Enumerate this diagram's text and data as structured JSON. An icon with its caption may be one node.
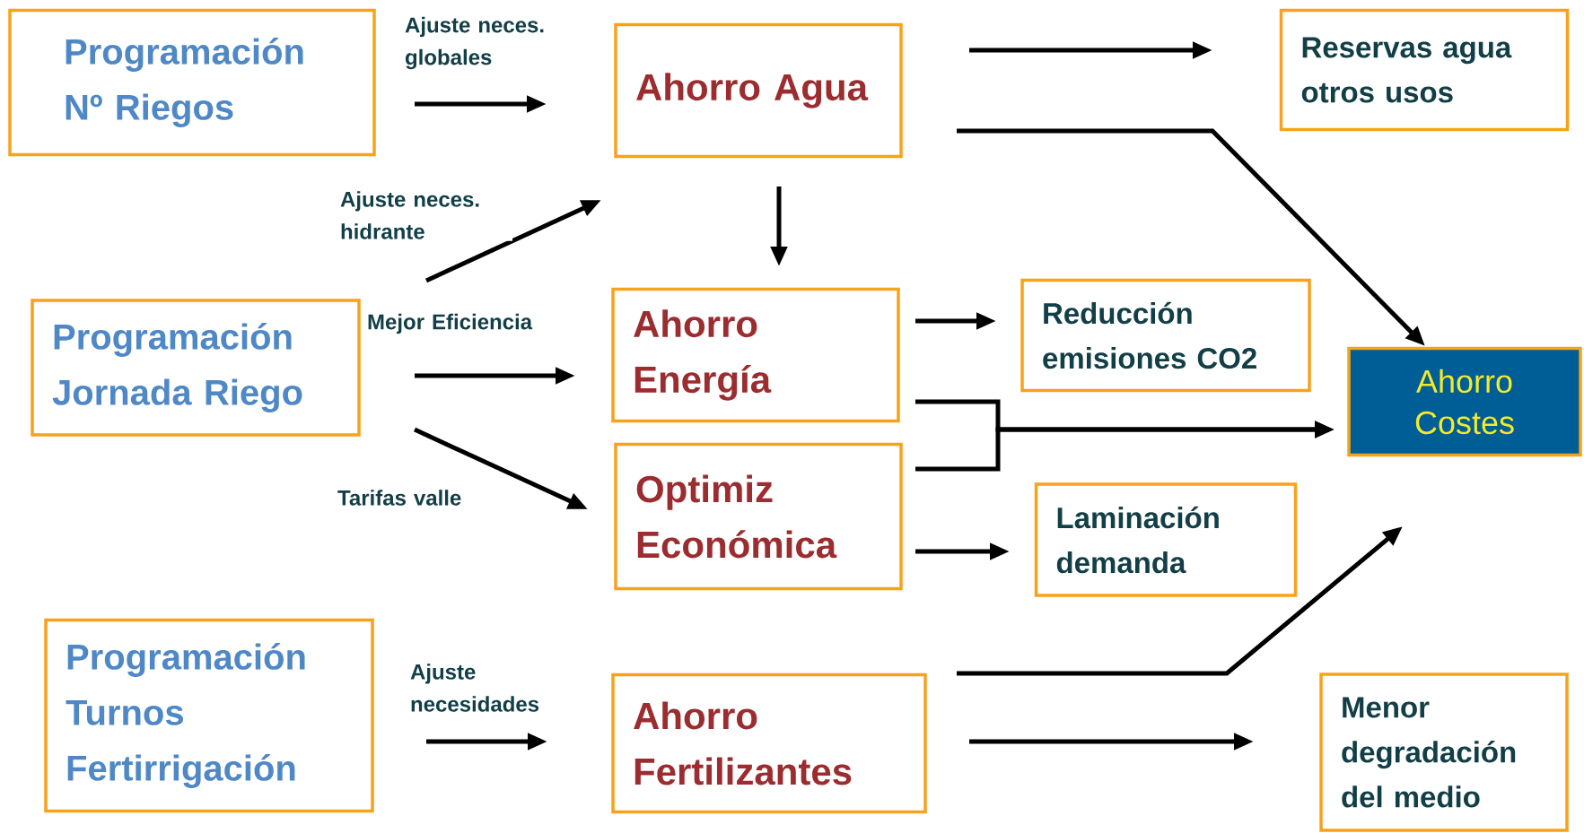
{
  "diagram": {
    "nodes": [
      {
        "text": [
          "Programación Nº Riegos"
        ]
      },
      {
        "text": [
          "Ahorro Agua"
        ]
      },
      {
        "text": [
          "Reservas agua otros usos"
        ]
      },
      {
        "text": [
          "Programación Jornada Riego"
        ]
      },
      {
        "text": [
          "Ahorro Energía"
        ]
      },
      {
        "text": [
          "Reducción emisiones CO2"
        ]
      },
      {
        "text": [
          "Ahorro Costes"
        ]
      },
      {
        "text": [
          "Optimiz Económica"
        ]
      },
      {
        "text": [
          "Laminación demanda"
        ]
      },
      {
        "text": [
          "Programación Turnos Fertirrigación"
        ]
      },
      {
        "text": [
          "Ahorro Fertilizantes"
        ]
      },
      {
        "text": [
          "Menor degradación del medio"
        ]
      }
    ],
    "edges": [
      {
        "from": 0,
        "to": 1,
        "arrow": "to",
        "label": "Ajuste neces. globales"
      },
      {
        "from": 3,
        "to": 1,
        "arrow": "to",
        "label": "Ajuste neces. hidrante"
      },
      {
        "from": 1,
        "to": 4,
        "arrow": "to"
      },
      {
        "from": 3,
        "to": 4,
        "arrow": "to",
        "label": "Mejor Eficiencia"
      },
      {
        "from": 3,
        "to": 7,
        "arrow": "to",
        "label": "Tarifas valle"
      },
      {
        "from": 1,
        "to": 2,
        "arrow": "to"
      },
      {
        "from": 1,
        "to": 6,
        "arrow": "to"
      },
      {
        "from": 4,
        "to": 5,
        "arrow": "to"
      },
      {
        "from": 4,
        "to": 6,
        "arrow": "to"
      },
      {
        "from": 7,
        "to": 6,
        "arrow": "to"
      },
      {
        "from": 7,
        "to": 8,
        "arrow": "to"
      },
      {
        "from": 9,
        "to": 10,
        "arrow": "to",
        "label": "Ajuste necesidades"
      },
      {
        "from": 10,
        "to": 6,
        "arrow": "to"
      },
      {
        "from": 10,
        "to": 11,
        "arrow": "to"
      }
    ]
  }
}
